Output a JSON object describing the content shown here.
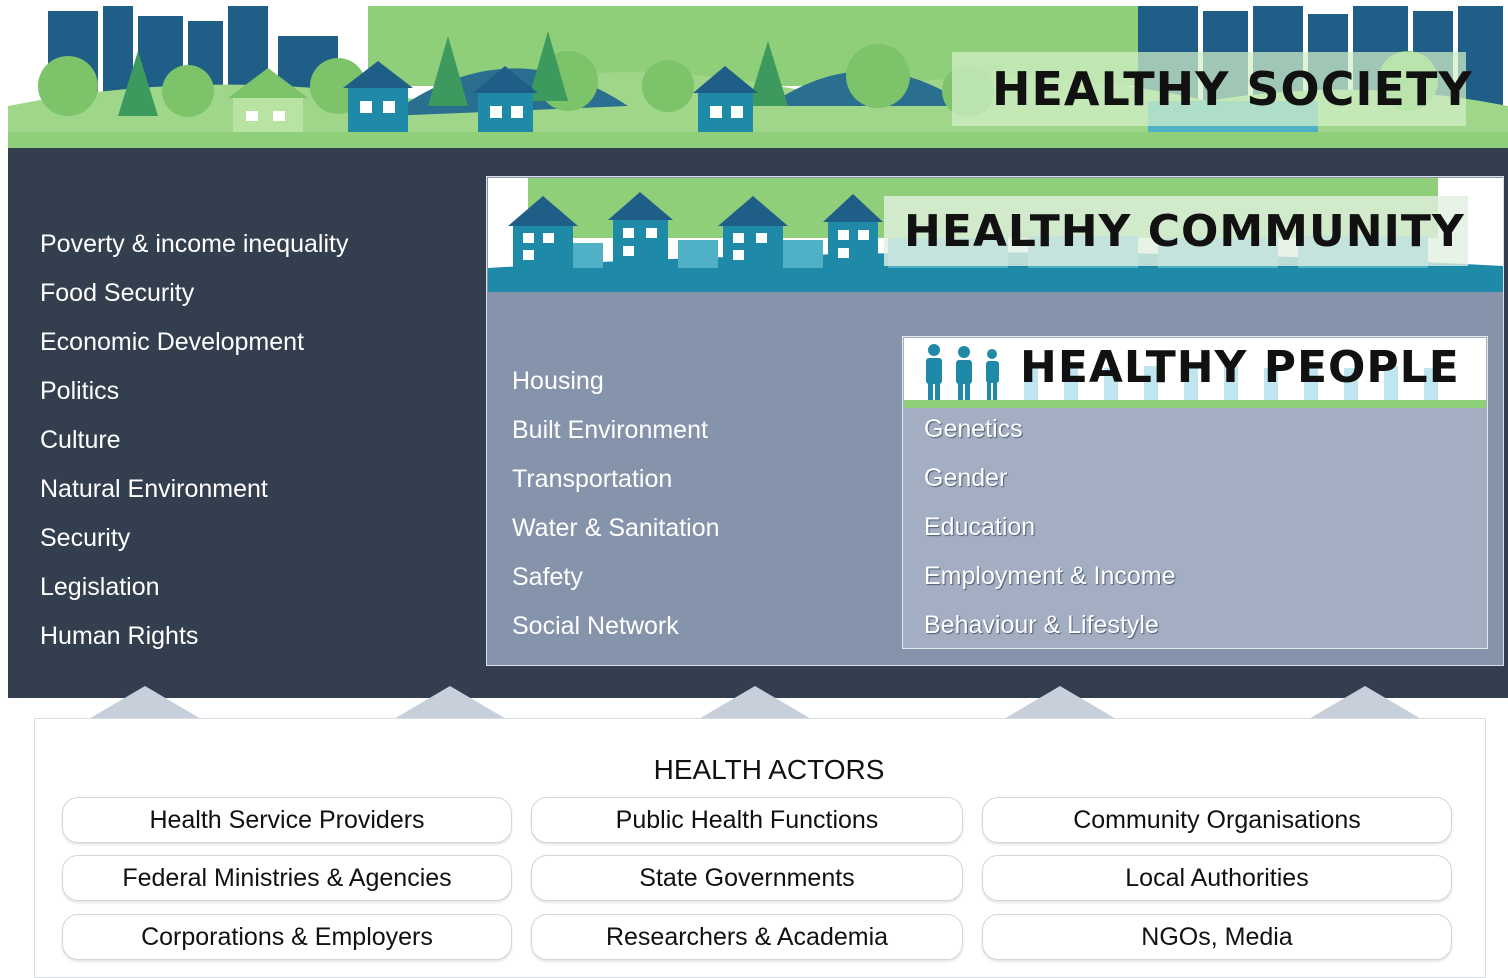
{
  "healthy_society": {
    "title": "HEALTHY SOCIETY",
    "items": [
      "Poverty & income inequality",
      "Food Security",
      "Economic Development",
      "Politics",
      "Culture",
      "Natural Environment",
      "Security",
      "Legislation",
      "Human Rights"
    ]
  },
  "healthy_community": {
    "title": "HEALTHY COMMUNITY",
    "items": [
      "Housing",
      "Built Environment",
      "Transportation",
      "Water & Sanitation",
      "Safety",
      "Social Network"
    ]
  },
  "healthy_people": {
    "title": "HEALTHY PEOPLE",
    "items": [
      "Genetics",
      "Gender",
      "Education",
      "Employment & Income",
      "Behaviour & Lifestyle"
    ]
  },
  "health_actors": {
    "title": "HEALTH ACTORS",
    "rows": [
      [
        "Health Service Providers",
        "Public Health Functions",
        "Community Organisations"
      ],
      [
        "Federal Ministries & Agencies",
        "State Governments",
        "Local Authorities"
      ],
      [
        "Corporations & Employers",
        "Researchers & Academia",
        "NGOs, Media"
      ]
    ]
  },
  "colors": {
    "dark_panel": "#333e4f",
    "community_panel": "#8694ab",
    "people_panel": "#a3aec2",
    "green": "#8fcf7a",
    "teal": "#1e8aa8",
    "navy": "#1f4e79"
  }
}
